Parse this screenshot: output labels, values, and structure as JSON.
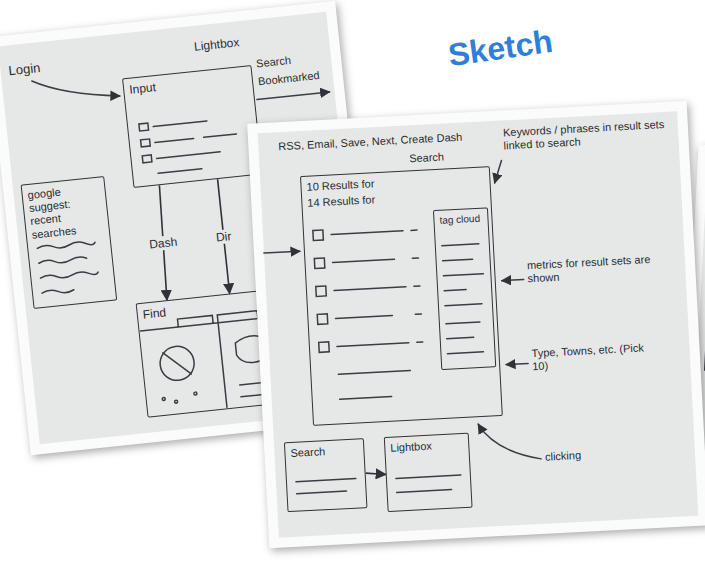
{
  "diagram": {
    "title": "Sketch",
    "nodes": [
      {
        "text": [
          "Input"
        ]
      },
      {
        "text": [
          "google suggest: recent searches"
        ]
      },
      {
        "text": [
          "Find"
        ]
      },
      {
        "text": [
          "10 Results for",
          "14 Results for"
        ]
      },
      {
        "text": [
          "tag cloud"
        ],
        "in": 3
      },
      {
        "text": [
          "Search"
        ]
      },
      {
        "text": [
          "Lightbox"
        ]
      }
    ],
    "edges": [
      {
        "from": 0,
        "to": 2,
        "label": "Dash",
        "arrow": "to"
      },
      {
        "from": 0,
        "to": 2,
        "label": "Dir",
        "arrow": "to"
      },
      {
        "from": 5,
        "to": 6,
        "arrow": "to"
      }
    ],
    "labels": [
      "Login",
      "Lightbox",
      "Search",
      "Bookmarked",
      "RSS, Email, Save, Next, Create Dash",
      "Search",
      "Keywords / phrases in result sets linked to search",
      "metrics for result sets are shown",
      "Type, Towns, etc. (Pick 10)",
      "clicking"
    ]
  }
}
